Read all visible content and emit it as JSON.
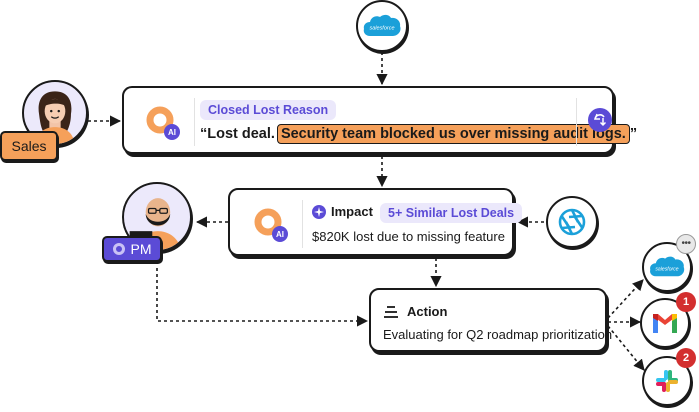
{
  "colors": {
    "accent_orange": "#f5a05a",
    "accent_purple": "#5b4bd6",
    "pill_bg": "#ebe8fb",
    "salesforce_blue": "#1ba0d9",
    "badge_red": "#d32f2f"
  },
  "sales_label": "Sales",
  "pm_label": "PM",
  "ai_badge": "AI",
  "reason_card": {
    "pill": "Closed Lost Reason",
    "quote_open": "“Lost deal.",
    "quote_highlight": "Security team blocked us over missing audit logs.",
    "quote_close": "”"
  },
  "impact_card": {
    "title": "Impact",
    "pill": "5+ Similar Lost Deals",
    "text": "$820K lost due to missing feature"
  },
  "action_card": {
    "title": "Action",
    "text": "Evaluating for Q2 roadmap prioritization"
  },
  "salesforce_text": "salesforce",
  "gmail_badge": "1",
  "slack_badge": "2",
  "icons": [
    "salesforce-icon",
    "sync-icon",
    "sparkle-icon",
    "aperture-icon",
    "stack-icon",
    "gmail-icon",
    "slack-icon",
    "chat-bubble-icon"
  ]
}
